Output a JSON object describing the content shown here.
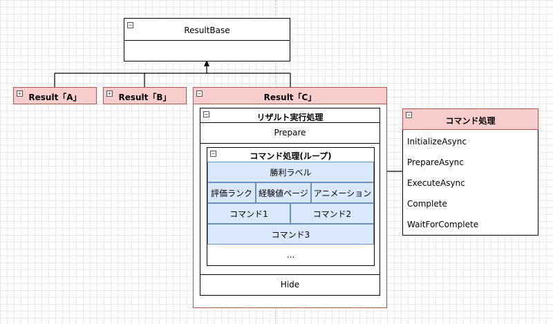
{
  "result_base": {
    "title": "ResultBase"
  },
  "result_a": {
    "title": "Result「A」"
  },
  "result_b": {
    "title": "Result「B」"
  },
  "result_c": {
    "title": "Result「C」",
    "flow": {
      "title": "リザルト実行処理",
      "prepare": "Prepare",
      "loop": {
        "title": "コマンド処理(ループ)",
        "victory_label": "勝利ラベル",
        "row1": [
          "評価ランク",
          "経験値ページ",
          "アニメーション"
        ],
        "row2": [
          "コマンド1",
          "コマンド2"
        ],
        "command3": "コマンド3",
        "ellipsis": "..."
      },
      "hide": "Hide"
    }
  },
  "command_class": {
    "title": "コマンド処理",
    "methods": [
      "InitializeAsync",
      "PrepareAsync",
      "ExecuteAsync",
      "Complete",
      "WaitForComplete"
    ]
  },
  "icons": {
    "collapse": "minus-box-icon",
    "expand": "plus-box-icon"
  },
  "colors": {
    "red_fill": "#f8cecc",
    "red_border": "#b85450",
    "blue_fill": "#dae8fc",
    "blue_border": "#6c8ebf"
  }
}
